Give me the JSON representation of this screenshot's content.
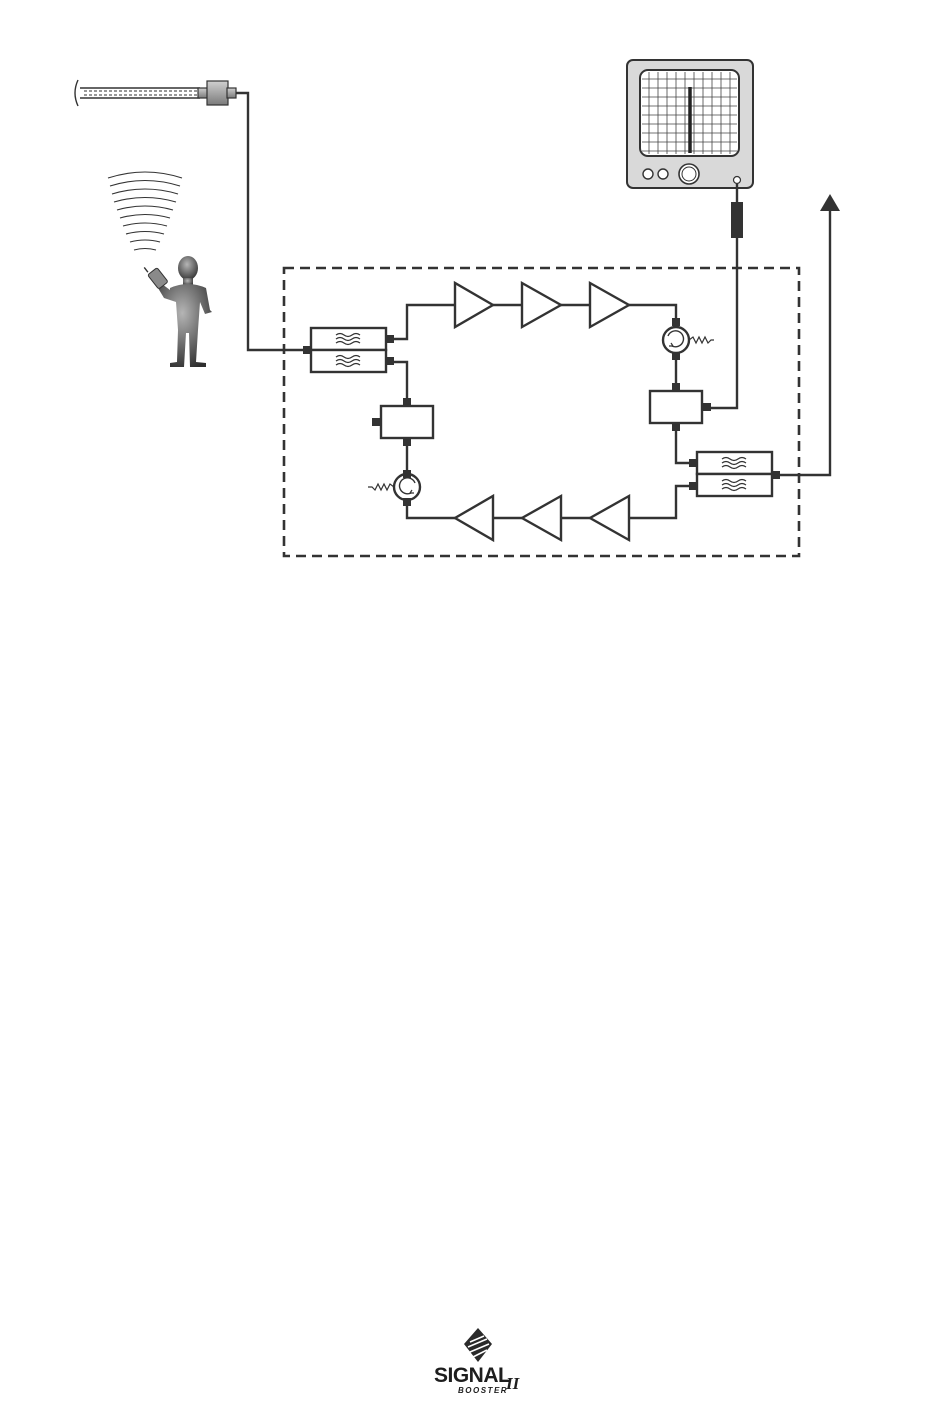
{
  "diagram": {
    "colors": {
      "line": "#333333",
      "enclosure": "#333333",
      "screen_bg": "#ffffff",
      "monitor_body": "#d9d9d9",
      "figure_dark": "#3a3a3a",
      "figure_light": "#9a9a9a"
    },
    "nodes": [
      {
        "id": "leaky-feeder-cable",
        "kind": "cable"
      },
      {
        "id": "cable-connector",
        "kind": "connector"
      },
      {
        "id": "person-with-handheld-radio",
        "kind": "figure"
      },
      {
        "id": "signal-waves",
        "kind": "icon"
      },
      {
        "id": "spectrum-analyzer-monitor",
        "kind": "monitor"
      },
      {
        "id": "test-cable-connector",
        "kind": "connector"
      },
      {
        "id": "donor-antenna-arrow",
        "kind": "arrow"
      },
      {
        "id": "booster-enclosure",
        "kind": "container"
      },
      {
        "id": "input-duplexer",
        "kind": "duplexer"
      },
      {
        "id": "output-duplexer",
        "kind": "duplexer"
      },
      {
        "id": "uplink-amplifier-1",
        "kind": "amplifier"
      },
      {
        "id": "uplink-amplifier-2",
        "kind": "amplifier"
      },
      {
        "id": "uplink-amplifier-3",
        "kind": "amplifier"
      },
      {
        "id": "downlink-amplifier-1",
        "kind": "amplifier"
      },
      {
        "id": "downlink-amplifier-2",
        "kind": "amplifier"
      },
      {
        "id": "downlink-amplifier-3",
        "kind": "amplifier"
      },
      {
        "id": "uplink-isolator",
        "kind": "circulator"
      },
      {
        "id": "downlink-isolator",
        "kind": "circulator"
      },
      {
        "id": "uplink-coupler",
        "kind": "coupler"
      },
      {
        "id": "downlink-coupler",
        "kind": "coupler"
      }
    ]
  },
  "logo": {
    "word": "SIGNAL",
    "sub": "BOOSTER",
    "numeral": "II"
  }
}
